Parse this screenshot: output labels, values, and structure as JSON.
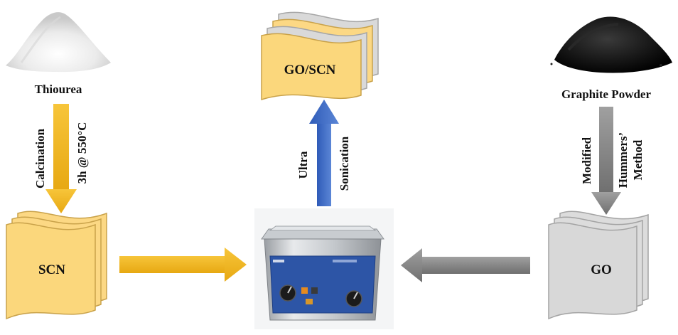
{
  "nodes": {
    "thiourea": "Thiourea",
    "graphite": "Graphite Powder",
    "scn": "SCN",
    "go": "GO",
    "goscn": "GO/SCN"
  },
  "steps": {
    "calcination_1": "Calcination",
    "calcination_2": "3h @ 550°C",
    "hummers_1": "Modified",
    "hummers_2": "Hummers’",
    "hummers_3": "Method",
    "ultra_1": "Ultra",
    "ultra_2": "Sonication"
  },
  "colors": {
    "yellow_sheet": "#fbd77c",
    "yellow_arrow": "#f2b418",
    "grey_sheet": "#d8d8d8",
    "grey_arrow": "#8c8c8c",
    "blue_arrow": "#4472c4"
  },
  "icons": {
    "thiourea_image": "white-powder-pile",
    "graphite_image": "black-powder-pile",
    "sonicator_image": "ultrasonic-bath"
  }
}
